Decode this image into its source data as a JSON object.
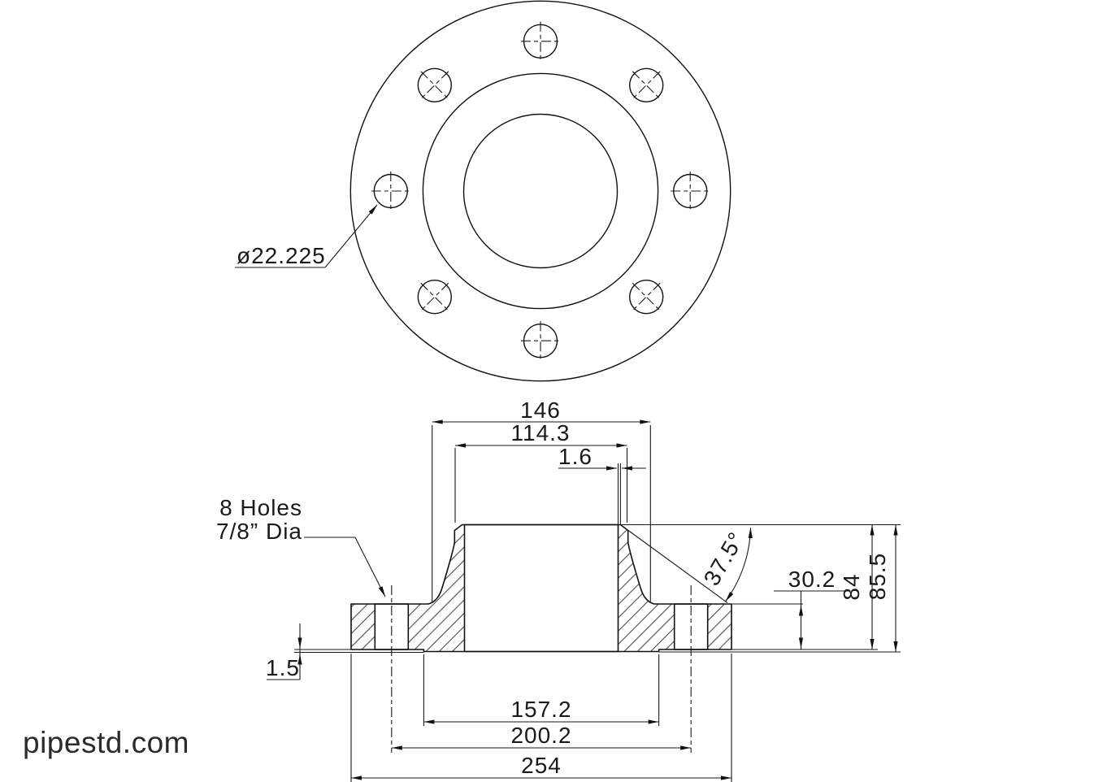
{
  "watermark": "pipestd.com",
  "labels": {
    "bolt_hole_dia": "ø22.225",
    "holes_count": "8 Holes",
    "holes_size": "7/8” Dia",
    "bevel_angle": "37.5°"
  },
  "dimensions": {
    "hub_base_dia": "146",
    "pipe_od": "114.3",
    "root_face": "1.6",
    "flange_thickness": "30.2",
    "length_through_hub": "84",
    "overall_length": "85.5",
    "raised_face_height": "1.5",
    "raised_face_dia": "157.2",
    "bolt_circle_dia": "200.2",
    "flange_od": "254"
  }
}
